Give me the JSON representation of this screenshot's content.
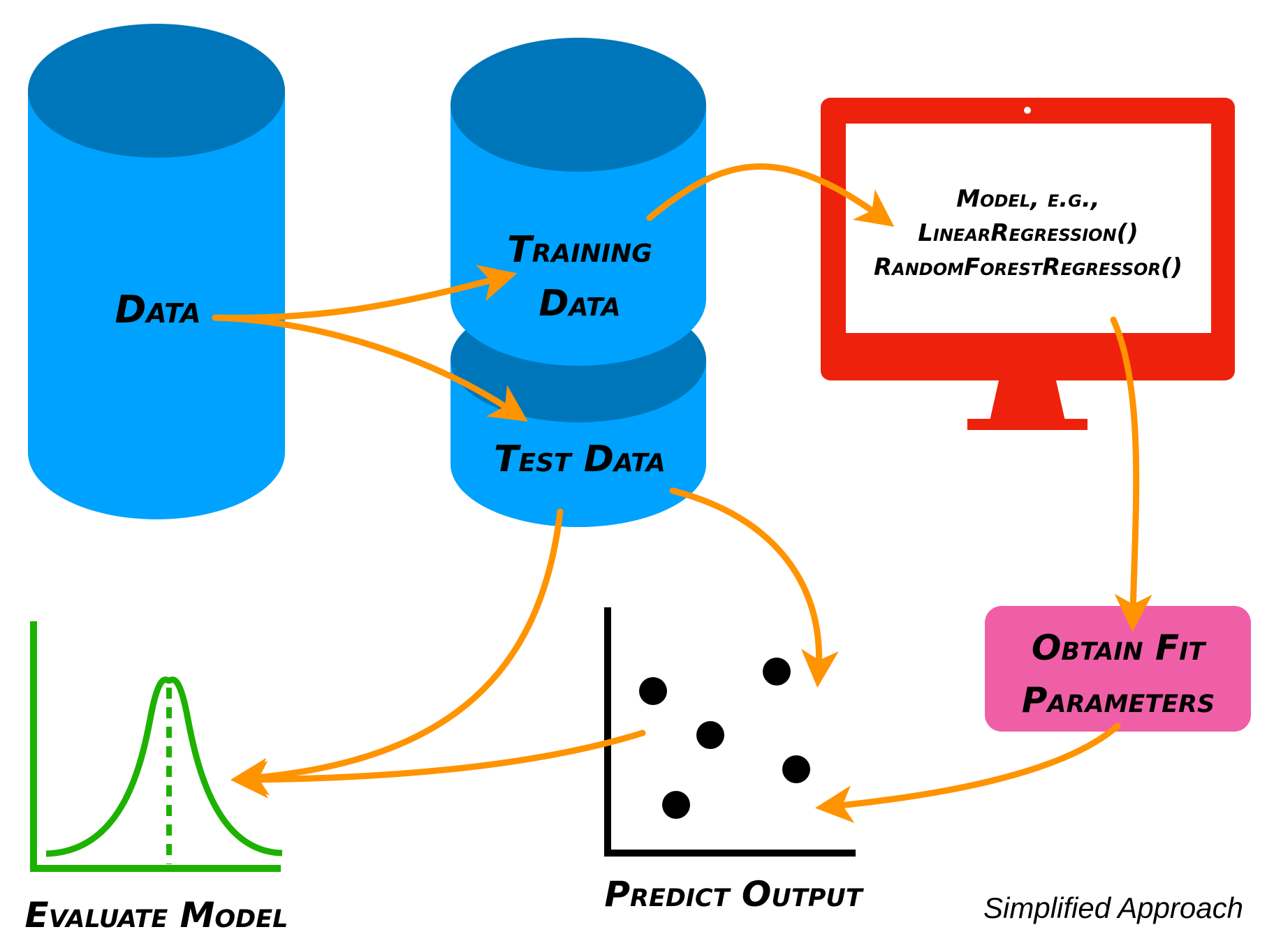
{
  "colors": {
    "cylinder_body": "#00A2FF",
    "cylinder_top": "#0076BA",
    "arrow": "#FF9300",
    "monitor": "#EE220C",
    "fit_box": "#EF5FA7",
    "bell_curve": "#1DB100",
    "ink": "#000000"
  },
  "icons": {
    "data_store": "cylinder-database-icon",
    "split_store": "stacked-cylinder-database-icon",
    "model": "computer-monitor-icon",
    "predict": "scatter-plot-icon",
    "evaluate": "bell-curve-icon"
  },
  "nodes": {
    "data": {
      "label": "Data"
    },
    "training_data": {
      "line1": "Training",
      "line2": "Data"
    },
    "test_data": {
      "label": "Test Data"
    },
    "model": {
      "line1": "Model, e.g.,",
      "line2": "LinearRegression()",
      "line3": "RandomForestRegressor()"
    },
    "fit": {
      "line1": "Obtain Fit",
      "line2": "Parameters"
    },
    "predict": {
      "label": "Predict Output"
    },
    "evaluate": {
      "label": "Evaluate Model"
    }
  },
  "caption": "Simplified Approach"
}
